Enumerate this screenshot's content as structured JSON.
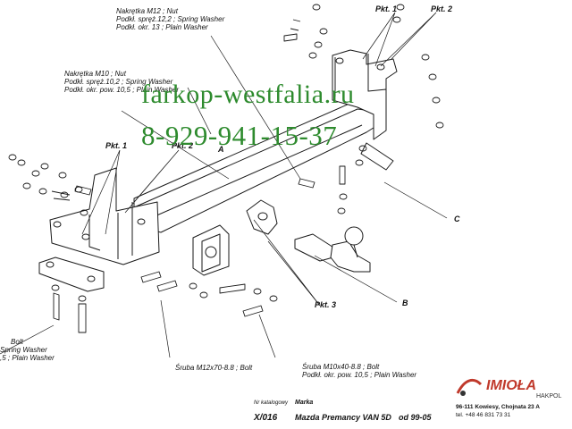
{
  "labels": {
    "nut_m12": [
      "Nakrętka  M12 ; Nut",
      "Podkł. spręż.12,2 ; Spring Washer",
      "Podkł. okr. 13 ; Plain Washer"
    ],
    "nut_m10": [
      "Nakrętka  M10 ; Nut",
      "Podkł. spręż.10,2 ; Spring Washer",
      "Podkł. okr. pow. 10,5 ; Plain Washer"
    ],
    "bolt_left": [
      "Bolt",
      "Spring Washer",
      ",5 ; Plain Washer"
    ],
    "screw_m12": "Śruba M12x70-8.8 ;  Bolt",
    "screw_m10": [
      "Śruba M10x40-8.8 ;  Bolt",
      "Podkł. okr. pow. 10,5 ; Plain Washer"
    ]
  },
  "points": {
    "pkt1_top": "Pkt. 1",
    "pkt2_top": "Pkt. 2",
    "pkt1_left": "Pkt. 1",
    "pkt2_left": "Pkt. 2",
    "pkt3": "Pkt. 3",
    "a": "A",
    "b": "B",
    "c": "C"
  },
  "watermark": {
    "site": "farkop-westfalia.ru",
    "phone": "8-929-941-15-37"
  },
  "footer": {
    "catalog_label": "Nr katalogowy",
    "brand_label": "Marka",
    "catalog_no": "X/016",
    "model": "Mazda Premancy VAN 5D",
    "years": "od  99-05",
    "address": "96-111 Kowiesy, Chojnata 23 A",
    "phone": "tel. +48 46 831 73 31"
  },
  "logo": {
    "name": "IMIOŁA",
    "sub": "HAKPOL"
  },
  "colors": {
    "watermark": "#2e8b2e",
    "logo": "#c0392b",
    "lines": "#1a1a1a"
  }
}
